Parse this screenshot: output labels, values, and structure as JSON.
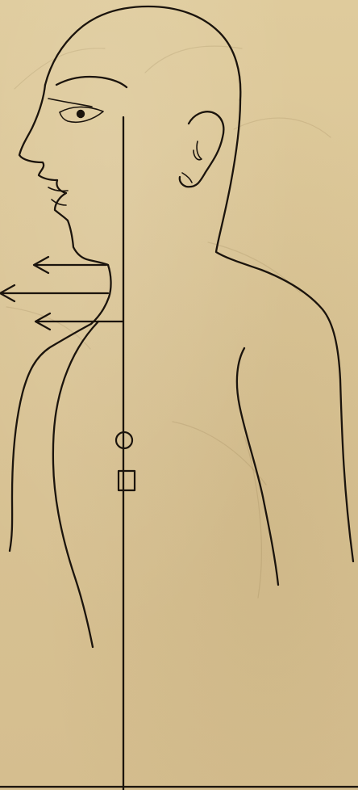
{
  "figure": {
    "type": "line-drawing",
    "subject": "head-and-torso-side-view",
    "colors": {
      "paper": "#dcc99a",
      "ink": "#1b140d"
    },
    "markers": [
      {
        "kind": "arrow",
        "direction": "left"
      },
      {
        "kind": "arrow",
        "direction": "left"
      },
      {
        "kind": "arrow",
        "direction": "left"
      },
      {
        "kind": "circle"
      },
      {
        "kind": "square"
      }
    ]
  }
}
